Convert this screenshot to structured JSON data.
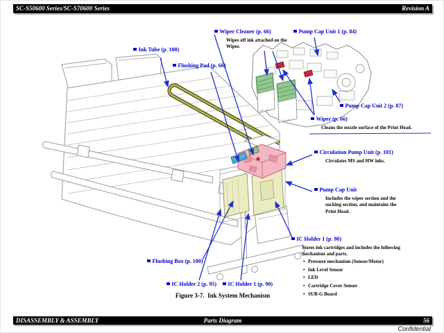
{
  "header": {
    "model": "SC-S50600 Series/SC-S70600 Series",
    "revision": "Revision A"
  },
  "footer": {
    "chapter": "DISASSEMBLY & ASSEMBLY",
    "section": "Parts Diagram",
    "page_number": "56",
    "watermark": "Confidential"
  },
  "figure": {
    "caption": "Figure 3-7.  Ink System Mechanism"
  },
  "callouts": {
    "ink_tube": {
      "title": "Ink Tube (p. 100)"
    },
    "flushing_pad": {
      "title": "Flushing Pad (p. 66)"
    },
    "wiper_cleaner": {
      "title": "Wiper Cleaner (p. 66)",
      "desc": "Wipes off ink attached on the Wiper."
    },
    "pump_cap_unit_1": {
      "title": "Pump Cap Unit 1 (p. 84)"
    },
    "pump_cap_unit_2": {
      "title": "Pump Cap Unit 2 (p. 87)"
    },
    "wiper": {
      "title": "Wiper (p. 66)",
      "desc": "Cleans the nozzle surface of the Print Head."
    },
    "circulation_pump_unit": {
      "title": "Circulation Pump Unit (p. 101)",
      "desc": "Circulates MS and HW inks."
    },
    "pump_cap_unit": {
      "title": "Pump Cap Unit",
      "desc": "Includes the wiper section and the sucking section, and maintains the Print Head."
    },
    "ic_holder_1_detail": {
      "title": "IC Holder 1 (p. 90)",
      "desc": "Stores ink cartridges and includes the following mechanism and parts.",
      "parts": [
        "Pressure mechanism (Sensor/Motor)",
        "Ink Level Sensor",
        "LED",
        "Cartridge Cover Sensor",
        "SUB-G Board"
      ]
    },
    "flushing_box": {
      "title": "Flushing Box (p. 100)"
    },
    "ic_holder_2": {
      "title": "IC Holder 2 (p. 95)"
    },
    "ic_holder_1": {
      "title": "IC Holder 1 (p. 90)"
    }
  },
  "colors": {
    "label_blue": "#0000CC",
    "arrow_blue": "#2030C8",
    "wiper_cleaner_green": "#90C890",
    "wiper_red": "#C52A3C",
    "circulation_pump_pink": "#F4B6C0",
    "flushing_pad_cyan": "#4FA6CE",
    "ic_holder_yellow": "#ECECC4",
    "ink_tube_olive": "#9F9F35"
  }
}
